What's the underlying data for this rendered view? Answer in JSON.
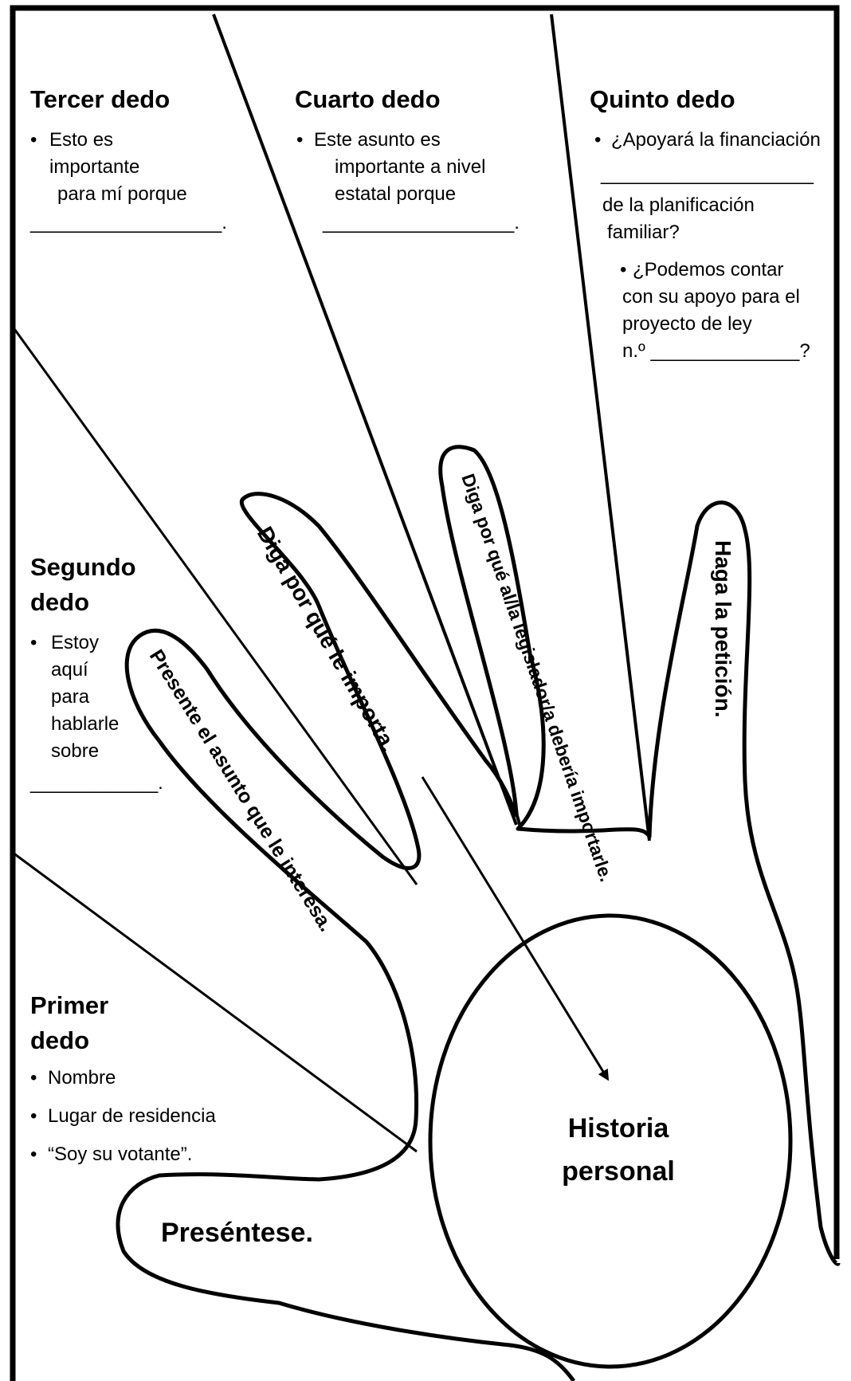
{
  "sections": {
    "tercer": {
      "title": "Tercer dedo",
      "bullet": "•",
      "lines": [
        "Esto es",
        "importante",
        "para mí porque",
        "__________________."
      ]
    },
    "cuarto": {
      "title": "Cuarto dedo",
      "bullet": "•",
      "lines": [
        "Este asunto es",
        "importante a nivel",
        "estatal porque",
        "__________________."
      ]
    },
    "quinto": {
      "title": "Quinto dedo",
      "bullet": "•",
      "lines": [
        "¿Apoyará la financiación",
        "____________________",
        "de la planificación",
        "familiar?"
      ],
      "bullet2": "•",
      "lines2": [
        "¿Podemos contar",
        "con su apoyo para el",
        "proyecto de ley",
        "n.º ______________?"
      ]
    },
    "segundo": {
      "title_lines": [
        "Segundo",
        "dedo"
      ],
      "bullet": "•",
      "lines": [
        "Estoy",
        "aquí",
        "para",
        "hablarle",
        "sobre",
        "____________."
      ]
    },
    "primer": {
      "title_lines": [
        "Primer",
        "dedo"
      ],
      "items": [
        {
          "bullet": "•",
          "text": "Nombre"
        },
        {
          "bullet": "•",
          "text": "Lugar de residencia"
        },
        {
          "bullet": "•",
          "text": "“Soy su votante”."
        }
      ]
    }
  },
  "hand": {
    "pinky": "Presente el asunto que le interesa.",
    "ring": "Diga por qué le importa.",
    "middle": "Diga por qué al/la legislador/a debería importarle.",
    "index": "Haga la petición.",
    "thumb": "Preséntese.",
    "palm_lines": [
      "Historia",
      "personal"
    ]
  }
}
